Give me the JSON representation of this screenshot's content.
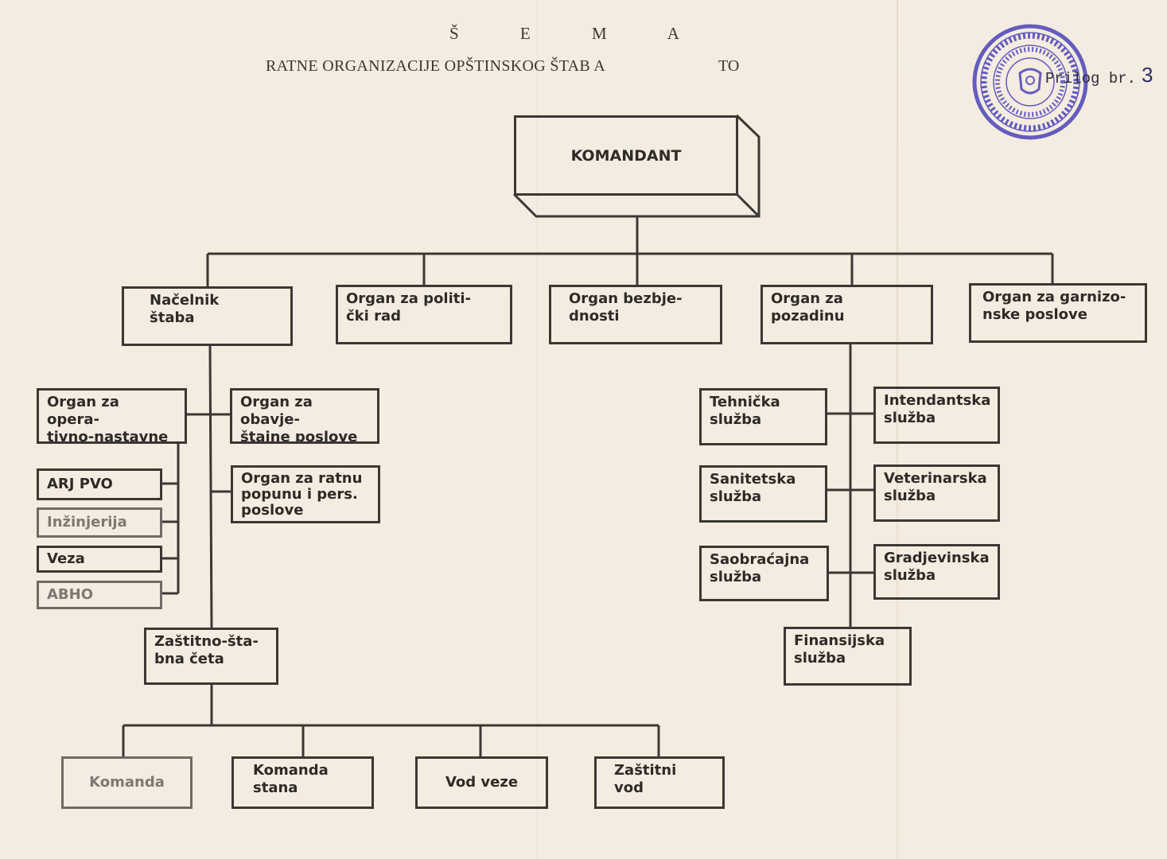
{
  "header": {
    "title": "Š E M A",
    "subtitle": "RATNE ORGANIZACIJE OPŠTINSKOG ŠTAB A",
    "subtitle_suffix": "TO",
    "attachment_label": "Prilog br.",
    "attachment_number": "3"
  },
  "stamp": {
    "color": "#4b43b8"
  },
  "nodes": {
    "komandant": "KOMANDANT",
    "nacelnik": "Načelnik\nštaba",
    "politicki": "Organ za politi-\nčki rad",
    "bezbjednost": "Organ bezbje-\ndnosti",
    "pozadina": "Organ za\npozadinu",
    "garnizon": "Organ za garnizo-\nnske poslove",
    "operativno": "Organ za opera-\ntivno-nastavne\nposlove",
    "obavjestajni": "Organ za obavje-\nštajne poslove",
    "popuna": "Organ za ratnu\npopunu i pers.\nposlove",
    "arj_pvo": "ARJ PVO",
    "inzinjerija": "Inžinjerija",
    "veza": "Veza",
    "abho": "ABHO",
    "zastitno_stabna": "Zaštitno-šta-\nbna četa",
    "komanda": "Komanda",
    "komanda_stana": "Komanda\nstana",
    "vod_veze": "Vod veze",
    "zastitni_vod": "Zaštitni\nvod",
    "tehnicka": "Tehnička\nslužba",
    "intendantska": "Intendantska\nslužba",
    "sanitetska": "Sanitetska\nslužba",
    "veterinarska": "Veterinarska\nslužba",
    "saobracajna": "Saobraćajna\nslužba",
    "gradjevinska": "Gradjevinska\nslužba",
    "finansijska": "Finansijska\nslužba"
  }
}
